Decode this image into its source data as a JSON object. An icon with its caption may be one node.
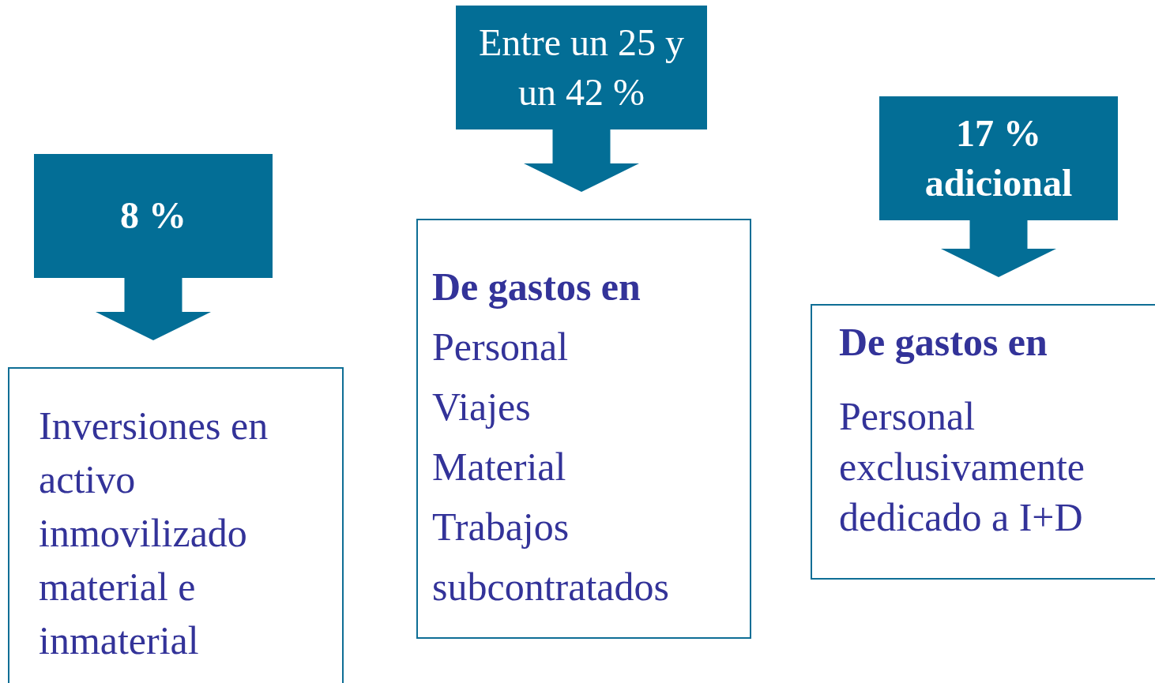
{
  "diagram": {
    "nodes": [
      {
        "text": [
          "8 %"
        ]
      },
      {
        "text": [
          "Inversiones en activo inmovilizado material e inmaterial"
        ]
      },
      {
        "text": [
          "Entre un 25 y un 42 %"
        ]
      },
      {
        "text": [
          "De gastos en",
          "Personal",
          "Viajes",
          "Material",
          "Trabajos subcontratados"
        ]
      },
      {
        "text": [
          "17 % adicional"
        ]
      },
      {
        "text": [
          "De gastos en",
          "Personal exclusivamente dedicado a I+D"
        ]
      }
    ],
    "edges": [
      {
        "from": 0,
        "to": 1,
        "arrow": "to",
        "style": "thick"
      },
      {
        "from": 2,
        "to": 3,
        "arrow": "to",
        "style": "thick"
      },
      {
        "from": 4,
        "to": 5,
        "arrow": "to",
        "style": "thick"
      }
    ]
  }
}
